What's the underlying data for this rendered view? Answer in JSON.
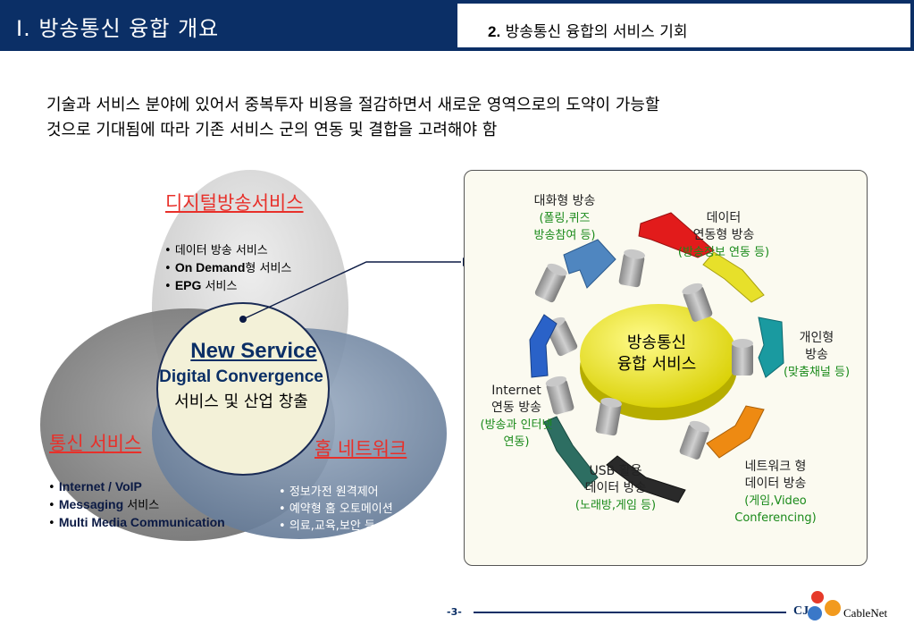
{
  "header": {
    "section_title": "Ⅰ. 방송통신 융합 개요",
    "subsection_number": "2.",
    "subsection_title": "방송통신 융합의 서비스 기회"
  },
  "intro": {
    "line1": "기술과 서비스 분야에 있어서 중복투자 비용을 절감하면서 새로운 영역으로의 도약이 가능할",
    "line2": "것으로 기대됨에 따라 기존 서비스 군의 연동 및 결합을 고려해야 함"
  },
  "venn": {
    "digital": {
      "title": "디지털방송서비스",
      "items": [
        {
          "bold": "",
          "text": "데이터 방송 서비스"
        },
        {
          "bold": "On Demand",
          "text": "형 서비스"
        },
        {
          "bold": "EPG",
          "text": " 서비스"
        }
      ]
    },
    "telecom": {
      "title": "통신 서비스",
      "items": [
        {
          "bold": "Internet / VoIP",
          "text": ""
        },
        {
          "bold": "Messaging",
          "text": " 서비스"
        },
        {
          "bold": "Multi Media Communication",
          "text": ""
        }
      ]
    },
    "home": {
      "title": "홈 네트워크",
      "items": [
        {
          "bold": "",
          "text": "정보가전 원격제어"
        },
        {
          "bold": "",
          "text": "예약형 홈 오토메이션"
        },
        {
          "bold": "",
          "text": "의료,교육,보안 등"
        }
      ]
    },
    "center": {
      "title": "New Service",
      "subtitle": "Digital Convergence",
      "subtitle2": "서비스 및 산업 창출"
    },
    "colors": {
      "digital_circle": "#d6d6d6",
      "telecom_circle": "#8a8a8a",
      "home_circle": "#7a8fa8",
      "center_circle": "#f3f1d8",
      "title_red": "#e8302a"
    }
  },
  "panel": {
    "hub": {
      "line1": "방송통신",
      "line2": "융합 서비스",
      "color": "#f2ea1a"
    },
    "services": [
      {
        "name": "dialog",
        "lines": [
          "대화형 방송"
        ],
        "sub": [
          "(폴링,퀴즈",
          "방송참여 등)"
        ],
        "color": "#4f86c0"
      },
      {
        "name": "data-link",
        "lines": [
          "데이터",
          "연동형 방송"
        ],
        "sub": [
          "(방송정보 연동 등)"
        ],
        "color": "#e21b1b"
      },
      {
        "name": "personal",
        "lines": [
          "개인형",
          "방송"
        ],
        "sub": [
          "(맞춤채널 등)"
        ],
        "color": "#1a9aa0"
      },
      {
        "name": "network",
        "lines": [
          "네트워크 형",
          "데이터 방송"
        ],
        "sub": [
          "(게임,Video",
          "Conferencing)"
        ],
        "color": "#ee8a12"
      },
      {
        "name": "usb",
        "lines": [
          "USB 활용",
          "데이터 방송"
        ],
        "sub": [
          "(노래방,게임 등)"
        ],
        "color": "#2a2a2a"
      },
      {
        "name": "internet",
        "lines": [
          "Internet",
          "연동 방송"
        ],
        "sub": [
          "(방송과 인터넷",
          "연동)"
        ],
        "color": "#2d6e62"
      },
      {
        "name": "left",
        "lines": [],
        "sub": [],
        "color": "#2a62c8"
      }
    ]
  },
  "footer": {
    "page": "-3-",
    "logo_cj": "CJ",
    "logo_text": "CableNet"
  }
}
